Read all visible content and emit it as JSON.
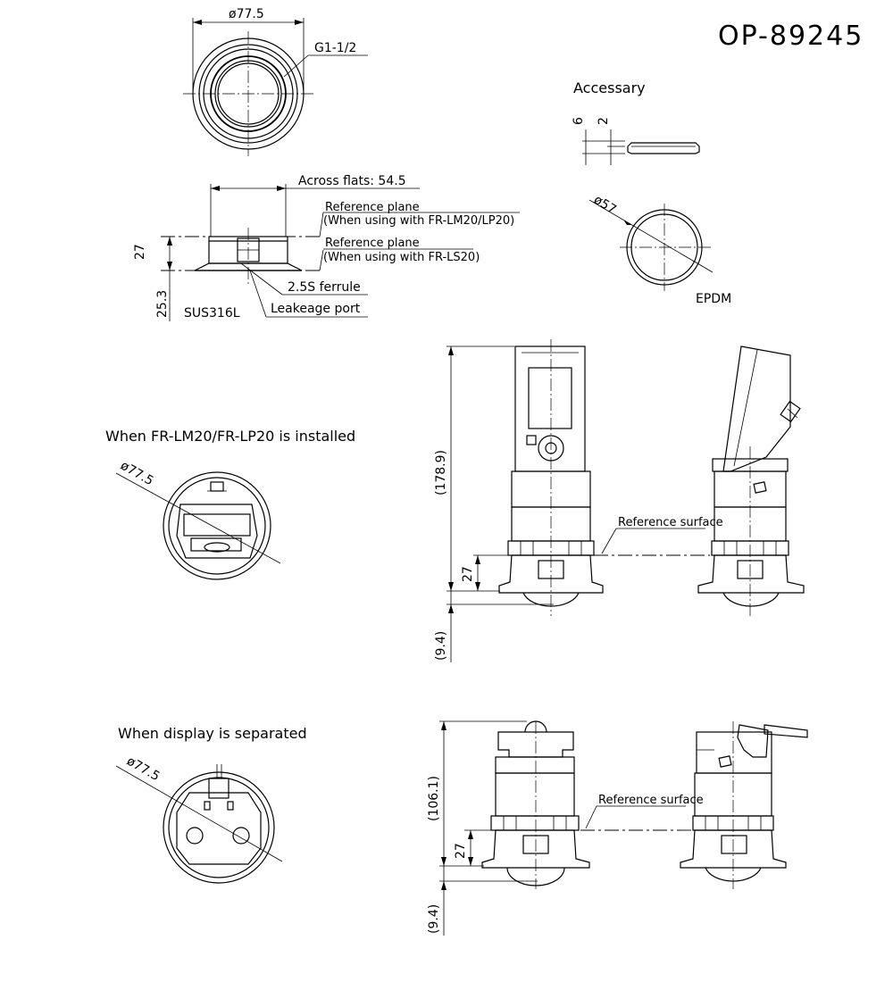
{
  "part_number": "OP-89245",
  "labels": {
    "diameter_top": "ø77.5",
    "thread": "G1-1/2",
    "across_flats": "Across flats: 54.5",
    "ref_plane_1_line1": "Reference plane",
    "ref_plane_1_line2": "(When using with FR-LM20/LP20)",
    "ref_plane_2_line1": "Reference plane",
    "ref_plane_2_line2": "(When using with FR-LS20)",
    "dim_27_side": "27",
    "dim_25_3": "25.3",
    "ferrule": "2.5S ferrule",
    "leakage_port": "Leakeage port",
    "material": "SUS316L",
    "accessory": "Accessary",
    "dim_6": "6",
    "dim_2": "2",
    "gasket_diameter": "ø57",
    "gasket_material": "EPDM",
    "installed_title": "When FR-LM20/FR-LP20 is installed",
    "installed_diameter": "ø77.5",
    "dim_178_9": "(178.9)",
    "dim_27_installed": "27",
    "dim_9_4_installed": "(9.4)",
    "ref_surface_installed": "Reference surface",
    "separated_title": "When display is separated",
    "separated_diameter": "ø77.5",
    "dim_106_1": "(106.1)",
    "dim_27_separated": "27",
    "dim_9_4_separated": "(9.4)",
    "ref_surface_separated": "Reference surface"
  }
}
